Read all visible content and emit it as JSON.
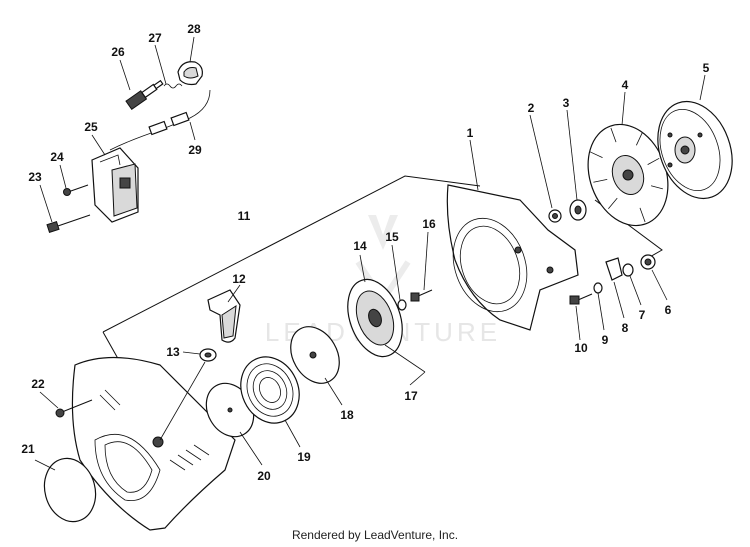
{
  "watermark": "LEADVENTURE",
  "footer": "Rendered by LeadVenture, Inc.",
  "callouts": [
    {
      "id": "1",
      "label": "1"
    },
    {
      "id": "2",
      "label": "2"
    },
    {
      "id": "3",
      "label": "3"
    },
    {
      "id": "4",
      "label": "4"
    },
    {
      "id": "5",
      "label": "5"
    },
    {
      "id": "6",
      "label": "6"
    },
    {
      "id": "7",
      "label": "7"
    },
    {
      "id": "8",
      "label": "8"
    },
    {
      "id": "9",
      "label": "9"
    },
    {
      "id": "10",
      "label": "10"
    },
    {
      "id": "11",
      "label": "11"
    },
    {
      "id": "12",
      "label": "12"
    },
    {
      "id": "13",
      "label": "13"
    },
    {
      "id": "14",
      "label": "14"
    },
    {
      "id": "15",
      "label": "15"
    },
    {
      "id": "16",
      "label": "16"
    },
    {
      "id": "17",
      "label": "17"
    },
    {
      "id": "18",
      "label": "18"
    },
    {
      "id": "19",
      "label": "19"
    },
    {
      "id": "20",
      "label": "20"
    },
    {
      "id": "21",
      "label": "21"
    },
    {
      "id": "22",
      "label": "22"
    },
    {
      "id": "23",
      "label": "23"
    },
    {
      "id": "24",
      "label": "24"
    },
    {
      "id": "25",
      "label": "25"
    },
    {
      "id": "26",
      "label": "26"
    },
    {
      "id": "27",
      "label": "27"
    },
    {
      "id": "28",
      "label": "28"
    },
    {
      "id": "29",
      "label": "29"
    }
  ]
}
